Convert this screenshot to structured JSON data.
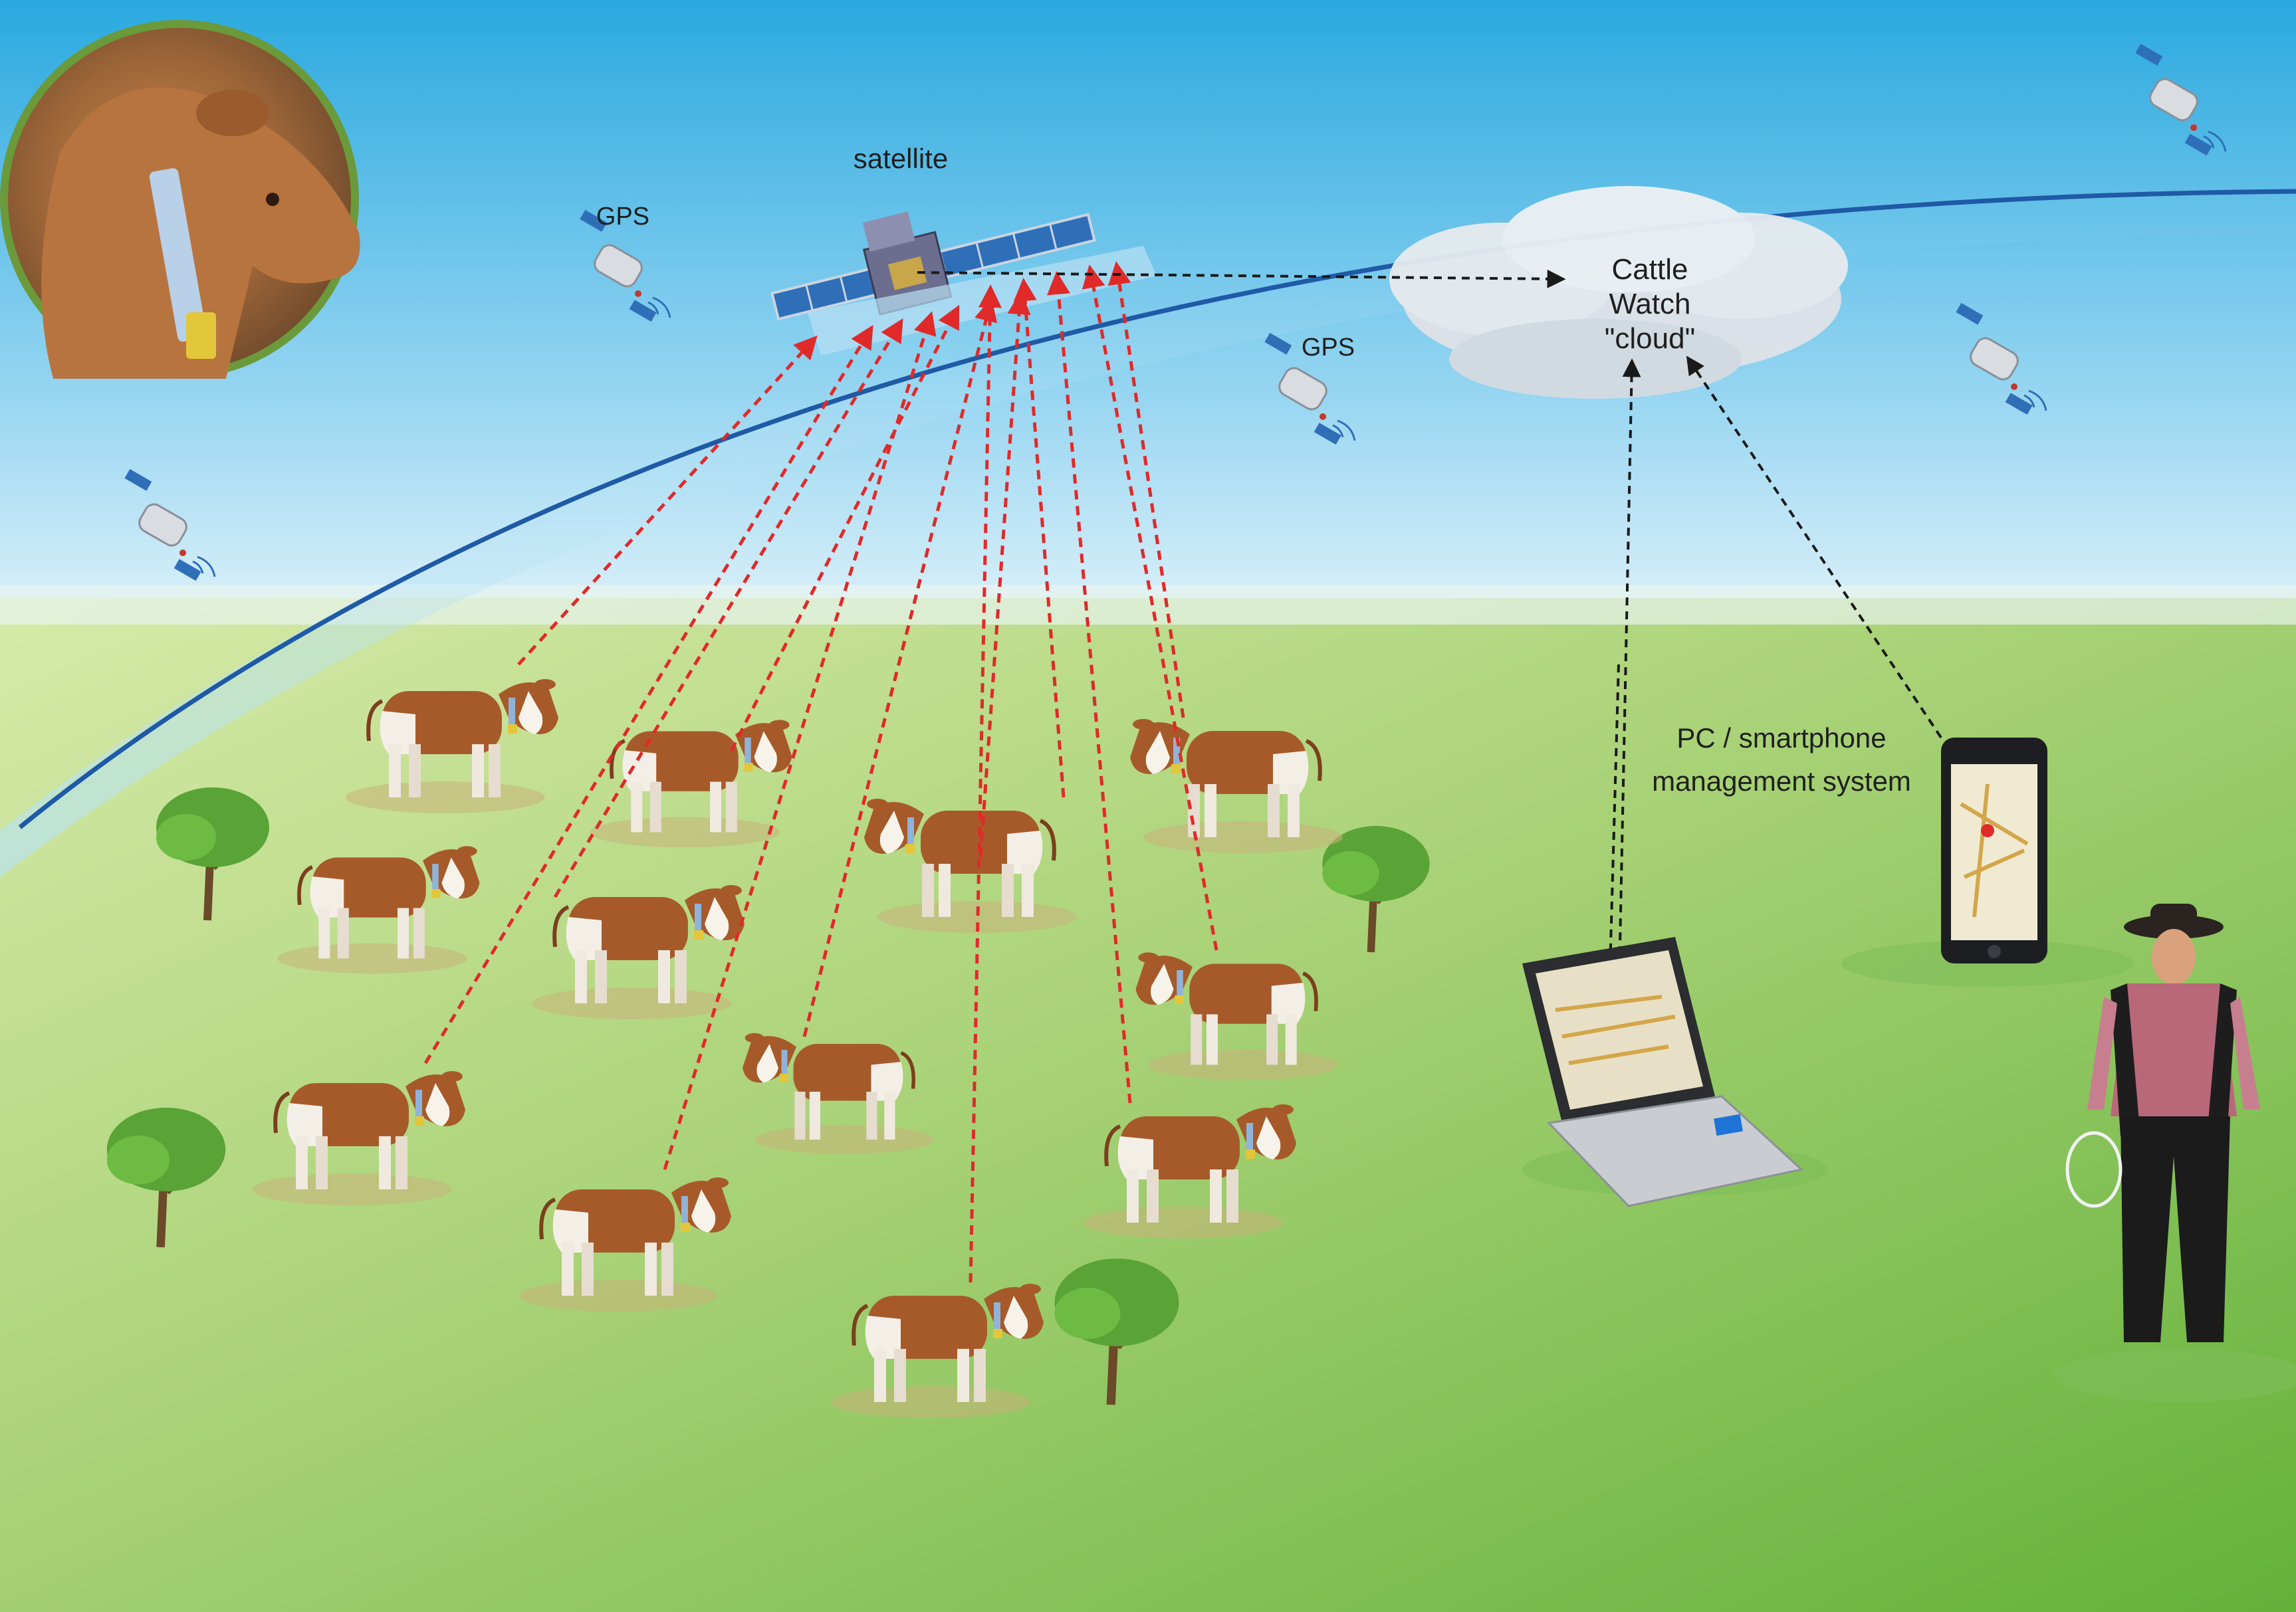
{
  "labels": {
    "satellite": "satellite",
    "gps_left": "GPS",
    "gps_center": "GPS",
    "cloud_line1": "Cattle",
    "cloud_line2": "Watch",
    "cloud_line3": "\"cloud\"",
    "management_line1": "PC / smartphone",
    "management_line2": "management system"
  },
  "colors": {
    "sky_top": "#2aa9df",
    "sky_bottom": "#e6f4fb",
    "grass_light": "#d9ebb0",
    "grass_dark": "#6cb53a",
    "orbit_line": "#1f5aa6",
    "uplink_arrow": "#e02a2a",
    "data_arrow": "#1a1a1a",
    "inset_border": "#6a9a3a"
  },
  "icons": [
    "gps-satellite-icon",
    "communication-satellite-icon",
    "cloud-icon",
    "laptop-icon",
    "smartphone-icon",
    "cow-icon",
    "tree-icon",
    "cowboy-icon",
    "collar-cow-photo"
  ]
}
